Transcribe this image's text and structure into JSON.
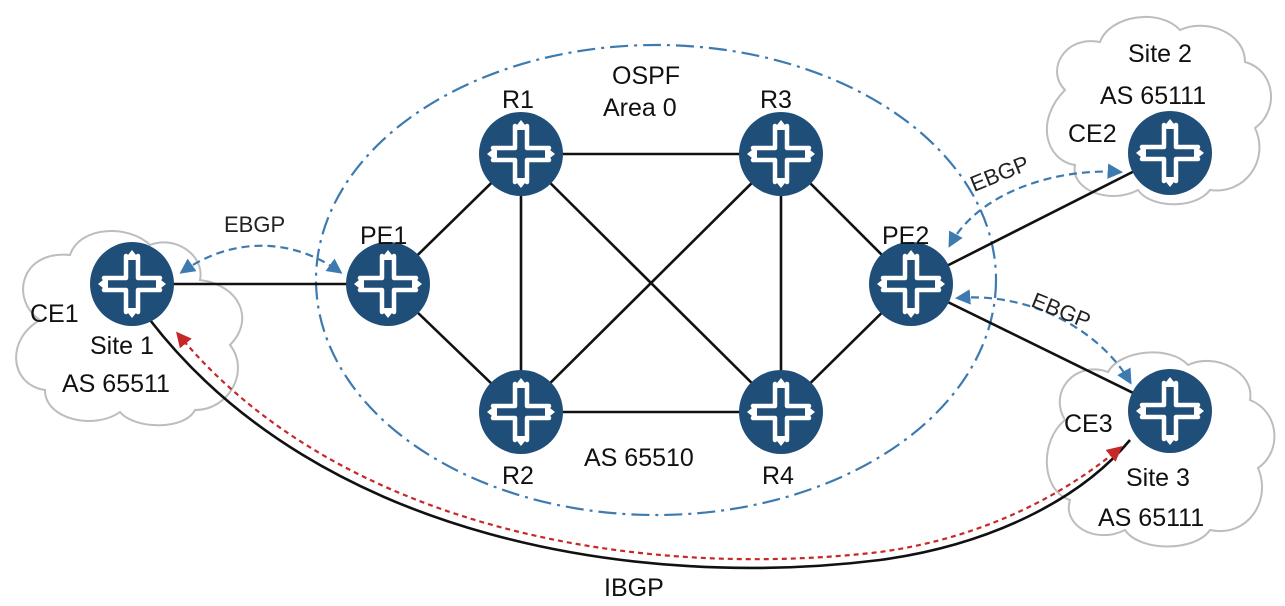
{
  "ospf": {
    "line1": "OSPF",
    "line2": "Area 0"
  },
  "core_as": "AS 65510",
  "routers": {
    "ce1": "CE1",
    "pe1": "PE1",
    "r1": "R1",
    "r2": "R2",
    "r3": "R3",
    "r4": "R4",
    "pe2": "PE2",
    "ce2": "CE2",
    "ce3": "CE3"
  },
  "sites": {
    "site1": {
      "name": "Site 1",
      "as": "AS 65511"
    },
    "site2": {
      "name": "Site 2",
      "as": "AS 65111"
    },
    "site3": {
      "name": "Site 3",
      "as": "AS 65111"
    }
  },
  "sessions": {
    "ebgp_ce1_pe1": "EBGP",
    "ebgp_pe2_ce2": "EBGP",
    "ebgp_pe2_ce3": "EBGP",
    "ibgp": "IBGP"
  },
  "colors": {
    "router_fill": "#1f4e79",
    "ospf_outline": "#3d7ab0",
    "ibgp_red": "#c62828",
    "ebgp_blue": "#3d7ab0",
    "link": "#111111"
  }
}
